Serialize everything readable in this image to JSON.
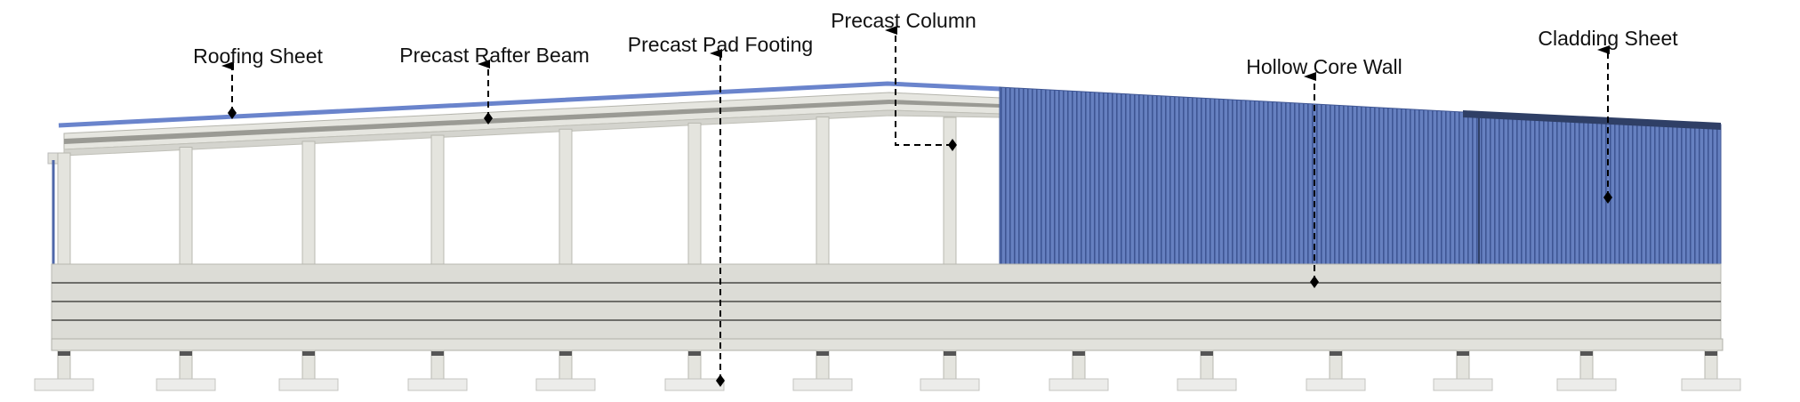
{
  "labels": {
    "roofing_sheet": "Roofing Sheet",
    "precast_rafter_beam": "Precast Rafter Beam",
    "precast_pad_footing": "Precast Pad Footing",
    "precast_column": "Precast Column",
    "hollow_core_wall": "Hollow Core Wall",
    "cladding_sheet": "Cladding Sheet"
  },
  "colors": {
    "roofing": "#6a84cc",
    "cladding": "#5f78b8",
    "concrete": "#dcdcd6",
    "leader": "#000000"
  }
}
